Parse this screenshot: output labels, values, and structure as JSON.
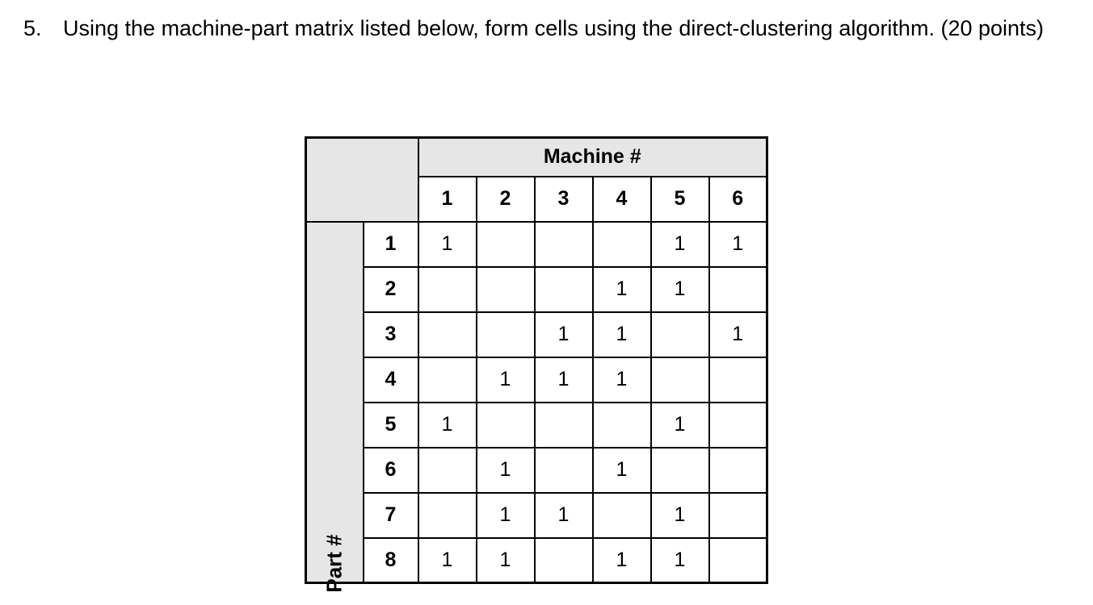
{
  "question": {
    "number": "5.",
    "text": "Using the machine-part matrix listed below, form cells using the direct-clustering algorithm. (20 points)"
  },
  "matrix": {
    "machine_header": "Machine #",
    "part_header": "Part #",
    "machines": [
      "1",
      "2",
      "3",
      "4",
      "5",
      "6"
    ],
    "parts": [
      "1",
      "2",
      "3",
      "4",
      "5",
      "6",
      "7",
      "8"
    ],
    "rows": [
      [
        "1",
        "",
        "",
        "",
        "1",
        "1"
      ],
      [
        "",
        "",
        "",
        "1",
        "1",
        ""
      ],
      [
        "",
        "",
        "1",
        "1",
        "",
        "1"
      ],
      [
        "",
        "1",
        "1",
        "1",
        "",
        ""
      ],
      [
        "1",
        "",
        "",
        "",
        "1",
        ""
      ],
      [
        "",
        "1",
        "",
        "1",
        "",
        ""
      ],
      [
        "",
        "1",
        "1",
        "",
        "1",
        ""
      ],
      [
        "1",
        "1",
        "",
        "1",
        "1",
        ""
      ]
    ]
  }
}
